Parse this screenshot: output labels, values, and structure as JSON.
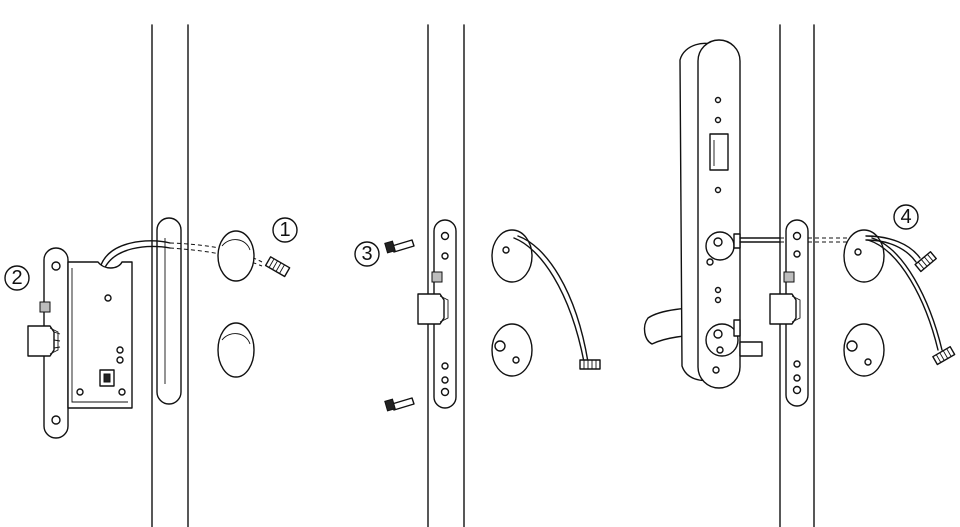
{
  "diagram": {
    "steps": [
      {
        "id": "step-1",
        "label": "1"
      },
      {
        "id": "step-2",
        "label": "2"
      },
      {
        "id": "step-3",
        "label": "3"
      },
      {
        "id": "step-4",
        "label": "4"
      }
    ]
  }
}
